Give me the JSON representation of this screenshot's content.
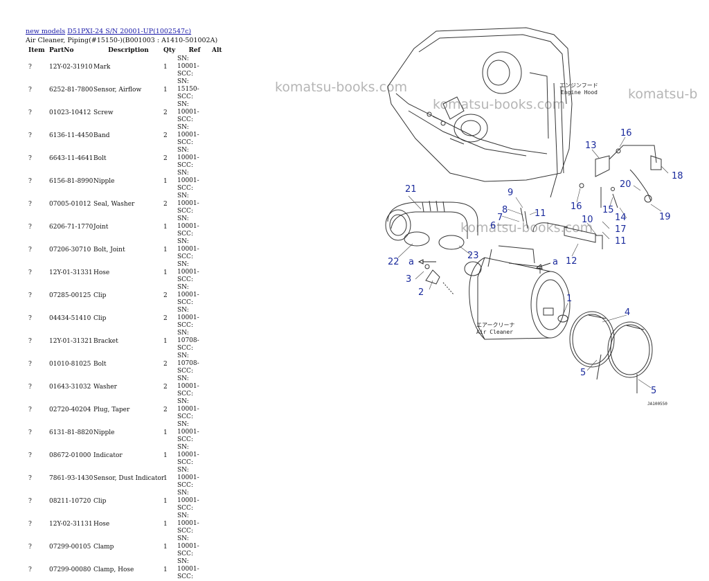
{
  "breadcrumb": {
    "link1": "new models",
    "link2": "D51PXI-24 S/N 20001-UP(1002547c)"
  },
  "subtitle": "Air Cleaner, Piping(#15150-)(B001003 : A1410-501002A)",
  "table": {
    "headers": {
      "item": "Item",
      "partno": "PartNo",
      "description": "Description",
      "qty": "Qty",
      "ref": "Ref",
      "alt": "Alt"
    },
    "rows": [
      {
        "item": "?",
        "partno": "12Y-02-31910",
        "desc": "Mark",
        "qty": "1",
        "ref": "SN: 10001-SCC:"
      },
      {
        "item": "?",
        "partno": "6252-81-7800",
        "desc": "Sensor, Airflow",
        "qty": "1",
        "ref": "SN: 15150-SCC:"
      },
      {
        "item": "?",
        "partno": "01023-10412",
        "desc": "Screw",
        "qty": "2",
        "ref": "SN: 10001-SCC:"
      },
      {
        "item": "?",
        "partno": "6136-11-4450",
        "desc": "Band",
        "qty": "2",
        "ref": "SN: 10001-SCC:"
      },
      {
        "item": "?",
        "partno": "6643-11-4641",
        "desc": "Bolt",
        "qty": "2",
        "ref": "SN: 10001-SCC:"
      },
      {
        "item": "?",
        "partno": "6156-81-8990",
        "desc": "Nipple",
        "qty": "1",
        "ref": "SN: 10001-SCC:"
      },
      {
        "item": "?",
        "partno": "07005-01012",
        "desc": "Seal, Washer",
        "qty": "2",
        "ref": "SN: 10001-SCC:"
      },
      {
        "item": "?",
        "partno": "6206-71-1770",
        "desc": "Joint",
        "qty": "1",
        "ref": "SN: 10001-SCC:"
      },
      {
        "item": "?",
        "partno": "07206-30710",
        "desc": "Bolt, Joint",
        "qty": "1",
        "ref": "SN: 10001-SCC:"
      },
      {
        "item": "?",
        "partno": "12Y-01-31331",
        "desc": "Hose",
        "qty": "1",
        "ref": "SN: 10001-SCC:"
      },
      {
        "item": "?",
        "partno": "07285-00125",
        "desc": "Clip",
        "qty": "2",
        "ref": "SN: 10001-SCC:"
      },
      {
        "item": "?",
        "partno": "04434-51410",
        "desc": "Clip",
        "qty": "2",
        "ref": "SN: 10001-SCC:"
      },
      {
        "item": "?",
        "partno": "12Y-01-31321",
        "desc": "Bracket",
        "qty": "1",
        "ref": "SN: 10708-SCC:"
      },
      {
        "item": "?",
        "partno": "01010-81025",
        "desc": "Bolt",
        "qty": "2",
        "ref": "SN: 10708-SCC:"
      },
      {
        "item": "?",
        "partno": "01643-31032",
        "desc": "Washer",
        "qty": "2",
        "ref": "SN: 10001-SCC:"
      },
      {
        "item": "?",
        "partno": "02720-40204",
        "desc": "Plug, Taper",
        "qty": "2",
        "ref": "SN: 10001-SCC:"
      },
      {
        "item": "?",
        "partno": "6131-81-8820",
        "desc": "Nipple",
        "qty": "1",
        "ref": "SN: 10001-SCC:"
      },
      {
        "item": "?",
        "partno": "08672-01000",
        "desc": "Indicator",
        "qty": "1",
        "ref": "SN: 10001-SCC:"
      },
      {
        "item": "?",
        "partno": "7861-93-1430",
        "desc": "Sensor, Dust Indicator",
        "qty": "1",
        "ref": "SN: 10001-SCC:"
      },
      {
        "item": "?",
        "partno": "08211-10720",
        "desc": "Clip",
        "qty": "1",
        "ref": "SN: 10001-SCC:"
      },
      {
        "item": "?",
        "partno": "12Y-02-31131",
        "desc": "Hose",
        "qty": "1",
        "ref": "SN: 10001-SCC:"
      },
      {
        "item": "?",
        "partno": "07299-00105",
        "desc": "Clamp",
        "qty": "1",
        "ref": "SN: 10001-SCC:"
      },
      {
        "item": "?",
        "partno": "07299-00080",
        "desc": "Clamp, Hose",
        "qty": "1",
        "ref": "SN: 10001-SCC:"
      }
    ]
  },
  "watermarks": [
    "komatsu-books.com",
    "komatsu-books.com",
    "komatsu-b",
    "komatsu-books.com"
  ],
  "diagram": {
    "engine_hood_jp": "エンジンフード",
    "engine_hood_en": "Engine Hood",
    "air_cleaner_jp": "エアークリーナ",
    "air_cleaner_en": "Air Cleaner",
    "drawing_id": "JA100550",
    "callouts": [
      "1",
      "2",
      "3",
      "4",
      "5",
      "5",
      "6",
      "7",
      "8",
      "9",
      "10",
      "11",
      "11",
      "12",
      "13",
      "14",
      "15",
      "16",
      "16",
      "17",
      "18",
      "19",
      "20",
      "21",
      "22",
      "23",
      "a",
      "a"
    ]
  }
}
